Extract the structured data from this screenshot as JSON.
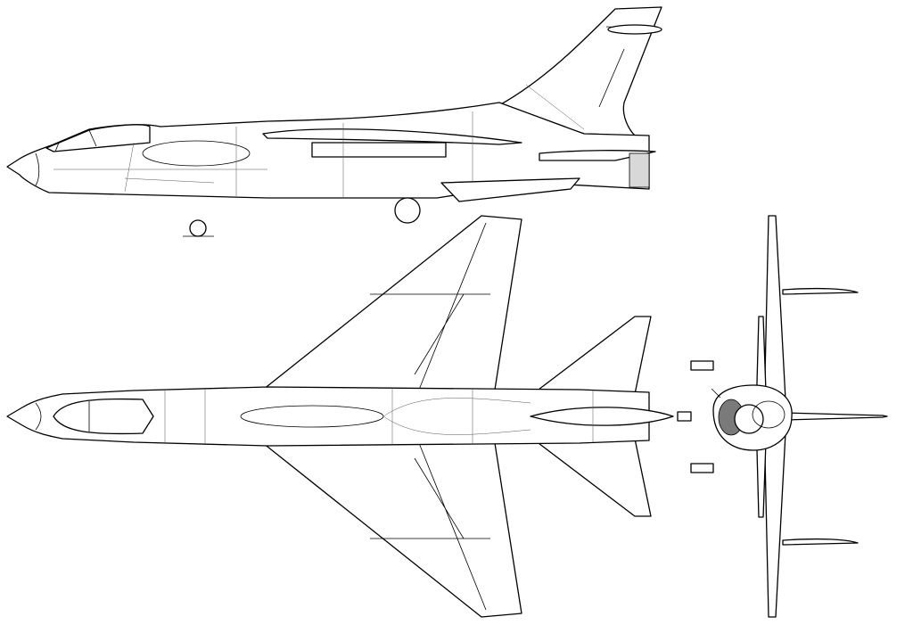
{
  "drawing": {
    "views": [
      "side-view",
      "top-view",
      "front-view"
    ],
    "colors": {
      "line": "#000000",
      "background": "#ffffff",
      "shaded": "#7a7a7a",
      "light_shade": "#d8d8d8"
    }
  }
}
